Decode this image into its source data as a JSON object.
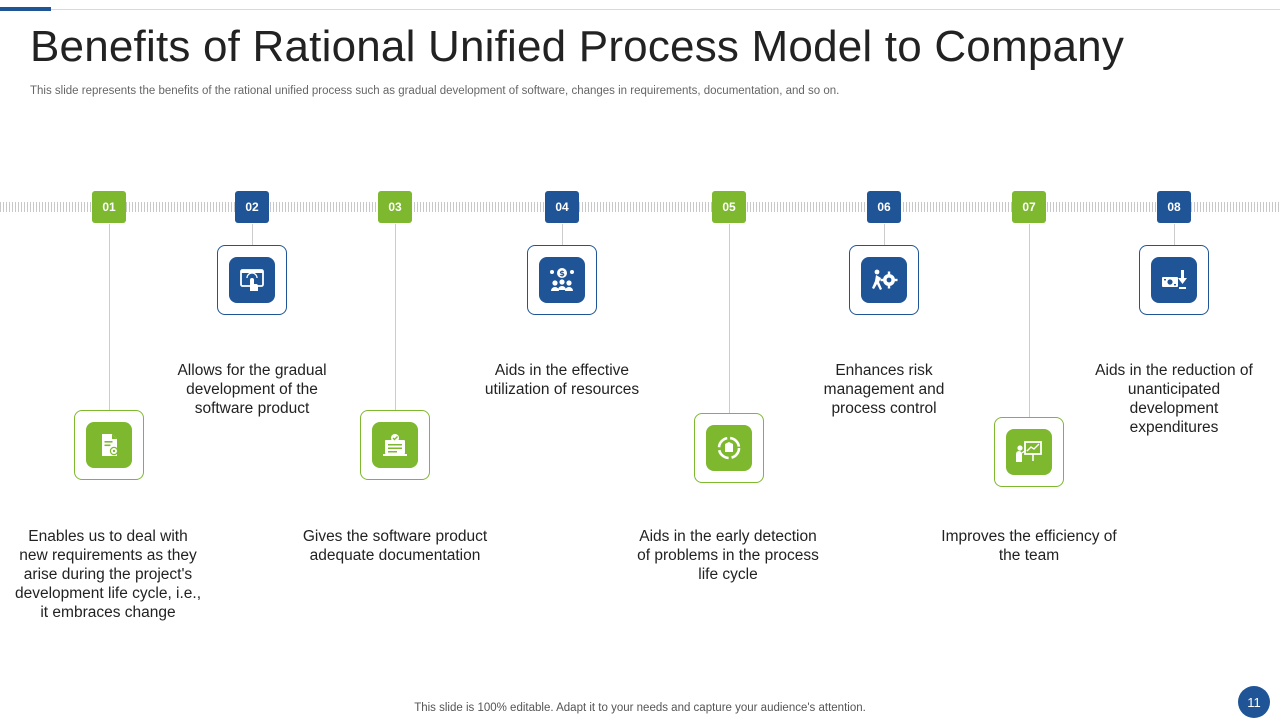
{
  "slide": {
    "title": "Benefits of Rational Unified Process Model to Company",
    "subtitle": "This slide represents the benefits of the rational unified process such as gradual development of software, changes in requirements, documentation, and so on.",
    "footer_note": "This slide is 100% editable. Adapt it to your needs and capture your audience's attention.",
    "page_number": "11"
  },
  "colors": {
    "green": "#7DB82F",
    "blue": "#1F5597"
  },
  "steps": [
    {
      "number": "01",
      "color": "green",
      "icon": "document-gear-icon",
      "caption": "Enables us to deal with new requirements as they arise during the project's development life cycle, i.e., it embraces change"
    },
    {
      "number": "02",
      "color": "blue",
      "icon": "monitor-touch-icon",
      "caption": "Allows for the gradual development of the software product"
    },
    {
      "number": "03",
      "color": "green",
      "icon": "documentation-check-icon",
      "caption": "Gives the software product adequate documentation"
    },
    {
      "number": "04",
      "color": "blue",
      "icon": "resource-team-icon",
      "caption": "Aids in the effective utilization of resources"
    },
    {
      "number": "05",
      "color": "green",
      "icon": "cycle-detection-icon",
      "caption": "Aids in the early detection of problems in the process life cycle"
    },
    {
      "number": "06",
      "color": "blue",
      "icon": "person-pushing-gear-icon",
      "caption": "Enhances risk management and process control"
    },
    {
      "number": "07",
      "color": "green",
      "icon": "presentation-team-icon",
      "caption": "Improves the efficiency of the team"
    },
    {
      "number": "08",
      "color": "blue",
      "icon": "money-reduction-icon",
      "caption": "Aids in the reduction of unanticipated development expenditures"
    }
  ]
}
